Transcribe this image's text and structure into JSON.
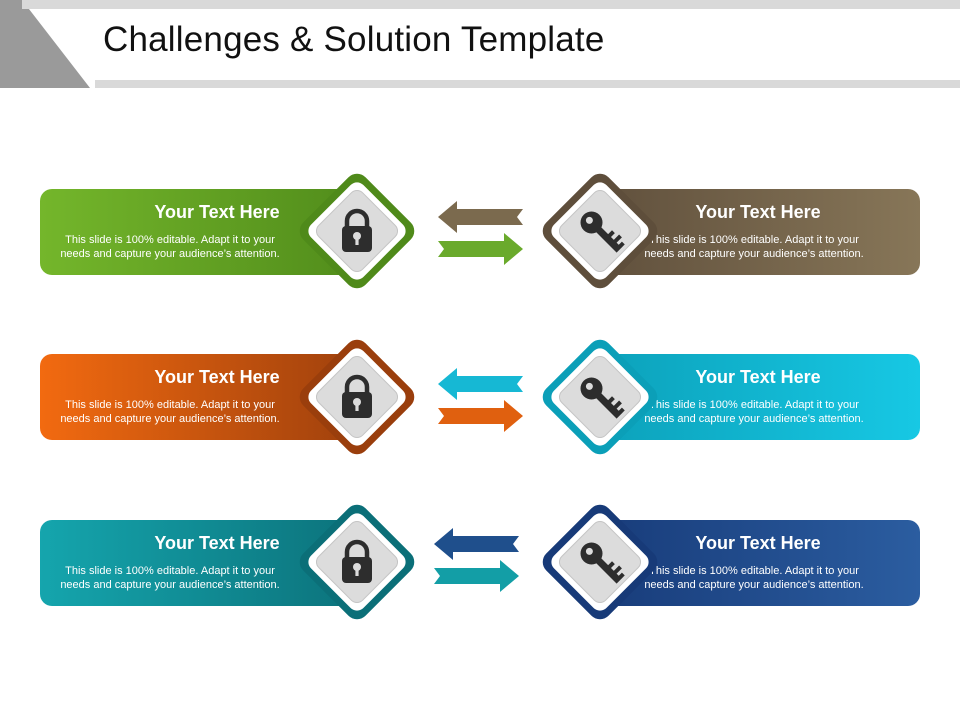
{
  "slide": {
    "title": "Challenges & Solution Template"
  },
  "rows": [
    {
      "left": {
        "heading": "Your Text Here",
        "line1": "This slide is 100% editable. Adapt it to your",
        "line2": "needs and capture your audience’s attention.",
        "color_from": "#74b62b",
        "color_to": "#4f8a1a",
        "icon": "lock-icon"
      },
      "right": {
        "heading": "Your Text Here",
        "line1": "This slide is 100% editable. Adapt it to your",
        "line2": "needs and capture your audience’s attention.",
        "color_from": "#5e4e3b",
        "color_to": "#877658",
        "icon": "key-icon"
      },
      "arrow_top_color": "#7b6a4e",
      "arrow_bottom_color": "#6aaa2c"
    },
    {
      "left": {
        "heading": "Your Text Here",
        "line1": "This slide is 100% editable. Adapt it to your",
        "line2": "needs and capture your audience’s attention.",
        "color_from": "#f26a10",
        "color_to": "#9a3e0c",
        "icon": "lock-icon"
      },
      "right": {
        "heading": "Your Text Here",
        "line1": "This slide is 100% editable. Adapt it to your",
        "line2": "needs and capture your audience’s attention.",
        "color_from": "#0b9fb8",
        "color_to": "#17c8e4",
        "icon": "key-icon"
      },
      "arrow_top_color": "#16b8d4",
      "arrow_bottom_color": "#e0600f"
    },
    {
      "left": {
        "heading": "Your Text Here",
        "line1": "This slide is 100% editable. Adapt it to your",
        "line2": "needs and capture your audience’s attention.",
        "color_from": "#15a5ad",
        "color_to": "#0b6f78",
        "icon": "lock-icon"
      },
      "right": {
        "heading": "Your Text Here",
        "line1": "This slide is 100% editable. Adapt it to your",
        "line2": "needs and capture your audience’s attention.",
        "color_from": "#173a78",
        "color_to": "#2b5da0",
        "icon": "key-icon"
      },
      "arrow_top_color": "#1f4f8c",
      "arrow_bottom_color": "#139ea6"
    }
  ],
  "colors": {
    "corner": "#9a9a9a",
    "topbar": "#d9d9d9",
    "icon_tile": "#dcdcdc",
    "icon_glyph": "#2d2d2d"
  }
}
